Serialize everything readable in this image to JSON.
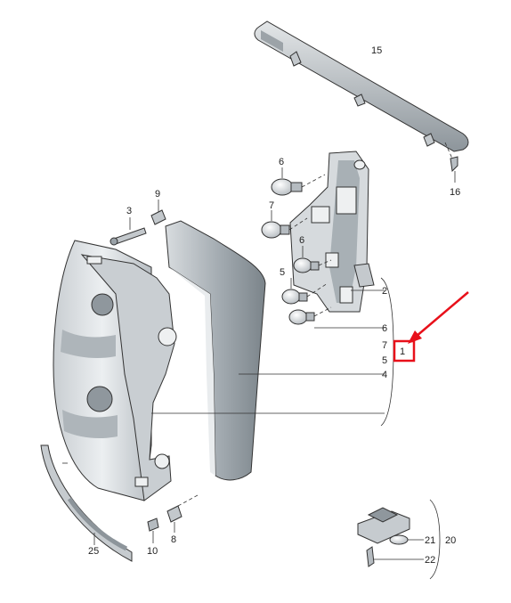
{
  "diagram": {
    "labels": {
      "p1": "1",
      "p2": "2",
      "p3": "3",
      "p4": "4",
      "p5": "5",
      "p5b": "5",
      "p6": "6",
      "p6b": "6",
      "p6c": "6",
      "p7": "7",
      "p7b": "7",
      "p8": "8",
      "p9": "9",
      "p10": "10",
      "p15": "15",
      "p16": "16",
      "p20": "20",
      "p21": "21",
      "p22": "22",
      "p25": "25"
    },
    "colors": {
      "highlight": "#e8101a",
      "arrow": "#e8101a",
      "part_fill": "#dfe3e6",
      "part_shade": "#9aa2a8",
      "dark_shade": "#6f777d",
      "line": "#333333"
    }
  }
}
